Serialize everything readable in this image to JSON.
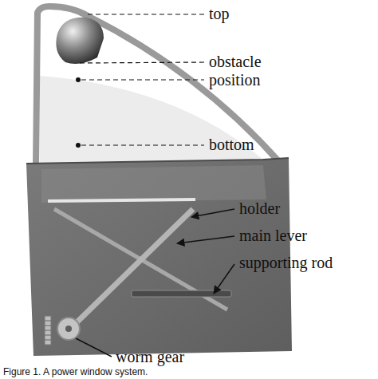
{
  "diagram": {
    "caption": "Figure 1. A power window system.",
    "labels": [
      "top",
      "obstacle",
      "position",
      "bottom",
      "holder",
      "main lever",
      "supporting rod",
      "worm gear"
    ]
  }
}
